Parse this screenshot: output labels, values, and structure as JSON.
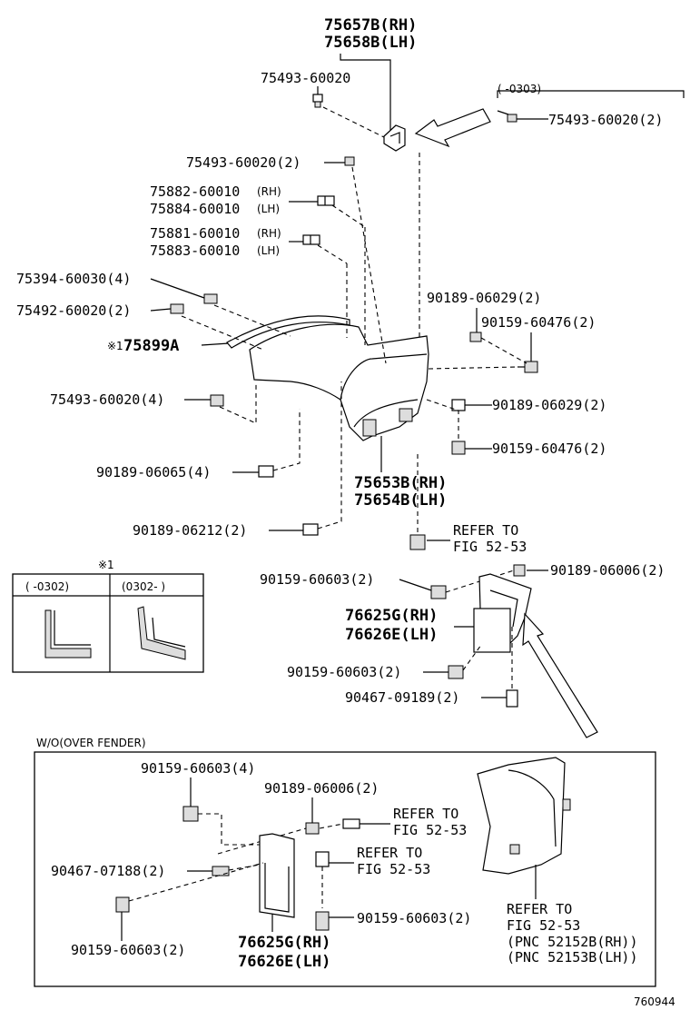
{
  "labels": {
    "top_rh": "75657B(RH)",
    "top_lh": "75658B(LH)",
    "p_75493_top": "75493-60020",
    "range_0303": "(     -0303)",
    "p_75493_right": "75493-60020(2)",
    "p_75493_mid": "75493-60020(2)",
    "p_75882": "75882-60010",
    "p_75882_side": "(RH)",
    "p_75884": "75884-60010",
    "p_75884_side": "(LH)",
    "p_75881": "75881-60010",
    "p_75881_side": "(RH)",
    "p_75883": "75883-60010",
    "p_75883_side": "(LH)",
    "p_75394": "75394-60030(4)",
    "p_75492": "75492-60020(2)",
    "ref_mark": "※1",
    "p_75899a": "75899A",
    "p_75493_4": "75493-60020(4)",
    "p_90189_06029_a": "90189-06029(2)",
    "p_90159_60476_a": "90159-60476(2)",
    "p_90189_06029_b": "90189-06029(2)",
    "p_90159_60476_b": "90159-60476(2)",
    "p_90189_06065": "90189-06065(4)",
    "p_75653b": "75653B(RH)",
    "p_75654b": "75654B(LH)",
    "p_90189_06212": "90189-06212(2)",
    "refer_to_1": "REFER TO",
    "fig_1": "FIG 52-53",
    "inset_mark": "※1",
    "inset_left": "(    -0302)",
    "inset_right": "(0302-    )",
    "p_90159_60603_a": "90159-60603(2)",
    "p_90189_06006_a": "90189-06006(2)",
    "p_76625g_a": "76625G(RH)",
    "p_76626e_a": "76626E(LH)",
    "p_90159_60603_b": "90159-60603(2)",
    "p_90467_09189": "90467-09189(2)",
    "wo_over_fender": "W/O(OVER FENDER)",
    "p_90159_60603_4": "90159-60603(4)",
    "p_90189_06006_b": "90189-06006(2)",
    "refer_to_2": "REFER TO",
    "fig_2": "FIG 52-53",
    "refer_to_3": "REFER TO",
    "fig_3": "FIG 52-53",
    "p_90467_07188": "90467-07188(2)",
    "p_90159_60603_c": "90159-60603(2)",
    "p_90159_60603_d": "90159-60603(2)",
    "refer_to_4": "REFER TO",
    "fig_4": "FIG 52-53",
    "pnc_1": "(PNC 52152B(RH))",
    "pnc_2": "(PNC 52153B(LH))",
    "p_76625g_b": "76625G(RH)",
    "p_76626e_b": "76626E(LH)",
    "diagram_id": "760944"
  }
}
